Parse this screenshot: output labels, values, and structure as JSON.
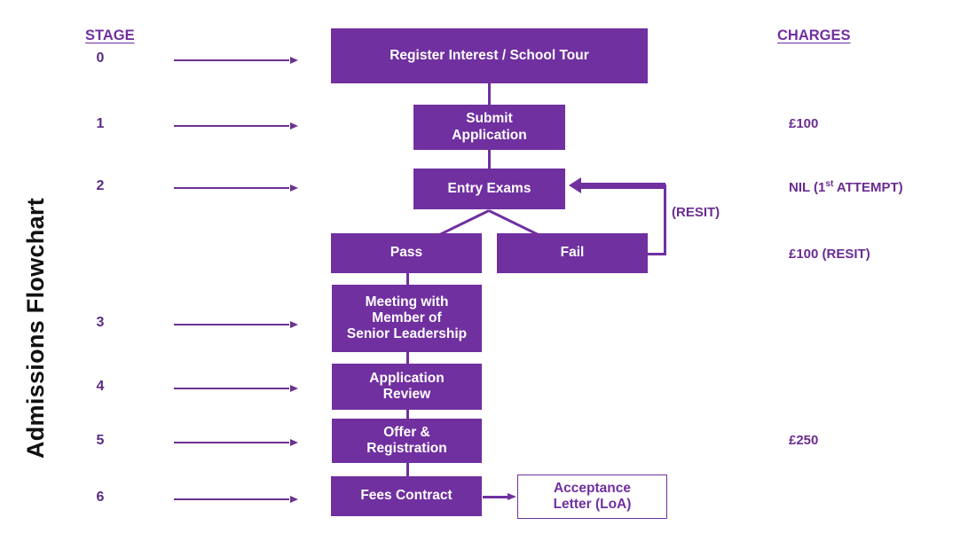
{
  "title": "Admissions  Flowchart",
  "columns": {
    "stage_heading": "STAGE",
    "charges_heading": "CHARGES"
  },
  "colors": {
    "box_fill": "#7030A0",
    "box_text": "#FFFFFF",
    "accent_text": "#6A2C91",
    "stage_number": "#5B2C82",
    "heading": "#7030A0",
    "connector": "#7030A0",
    "background": "#FFFFFF"
  },
  "stages": [
    {
      "number": "0",
      "charge": ""
    },
    {
      "number": "1",
      "charge": "£100"
    },
    {
      "number": "2",
      "charge": ""
    },
    {
      "number": "3",
      "charge": ""
    },
    {
      "number": "4",
      "charge": ""
    },
    {
      "number": "5",
      "charge": "£250"
    },
    {
      "number": "6",
      "charge": ""
    }
  ],
  "charges": {
    "submit_application": "£100",
    "entry_exams_prefix": "NIL  (1",
    "entry_exams_sup": "st",
    "entry_exams_suffix": " ATTEMPT)",
    "resit": "£100 (RESIT)",
    "offer_registration": "£250"
  },
  "nodes": {
    "register_interest": "Register Interest / School Tour",
    "submit_application_l1": "Submit",
    "submit_application_l2": "Application",
    "entry_exams": "Entry Exams",
    "pass": "Pass",
    "fail": "Fail",
    "meeting_l1": "Meeting with",
    "meeting_l2": "Member of",
    "meeting_l3": "Senior Leadership",
    "application_review_l1": "Application",
    "application_review_l2": "Review",
    "offer_registration_l1": "Offer &",
    "offer_registration_l2": "Registration",
    "fees_contract": "Fees Contract",
    "acceptance_letter_l1": "Acceptance",
    "acceptance_letter_l2": "Letter (LoA)"
  },
  "labels": {
    "resit": "(RESIT)"
  }
}
